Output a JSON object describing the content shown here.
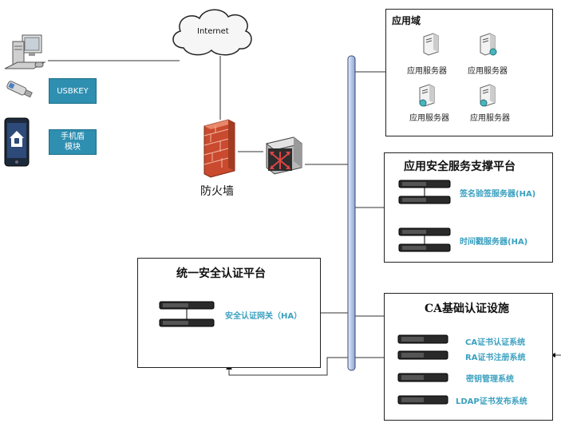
{
  "internet": {
    "label": "Internet"
  },
  "client": {
    "usbkey_label": "USBKEY",
    "mobile_shield_label_line1": "手机盾",
    "mobile_shield_label_line2": "模块"
  },
  "firewall": {
    "label": "防火墙"
  },
  "app_domain": {
    "title": "应用域",
    "servers": [
      "应用服务器",
      "应用服务器",
      "应用服务器",
      "应用服务器"
    ]
  },
  "app_security_platform": {
    "title": "应用安全服务支撑平台",
    "items": [
      "签名验签服务器(HA)",
      "时间戳服务器(HA)"
    ]
  },
  "auth_platform": {
    "title": "统一安全认证平台",
    "gateway": "安全认证网关（HA）"
  },
  "ca_platform": {
    "title": "CA基础认证设施",
    "items": [
      "CA证书认证系统",
      "RA证书注册系统",
      "密钥管理系统",
      "LDAP证书发布系统"
    ]
  },
  "colors": {
    "accent_teal": "#2e8fb0",
    "label_blue": "#3aa0c0",
    "bus_blue": "#b8c8e8",
    "firewall_red": "#d9563a"
  }
}
